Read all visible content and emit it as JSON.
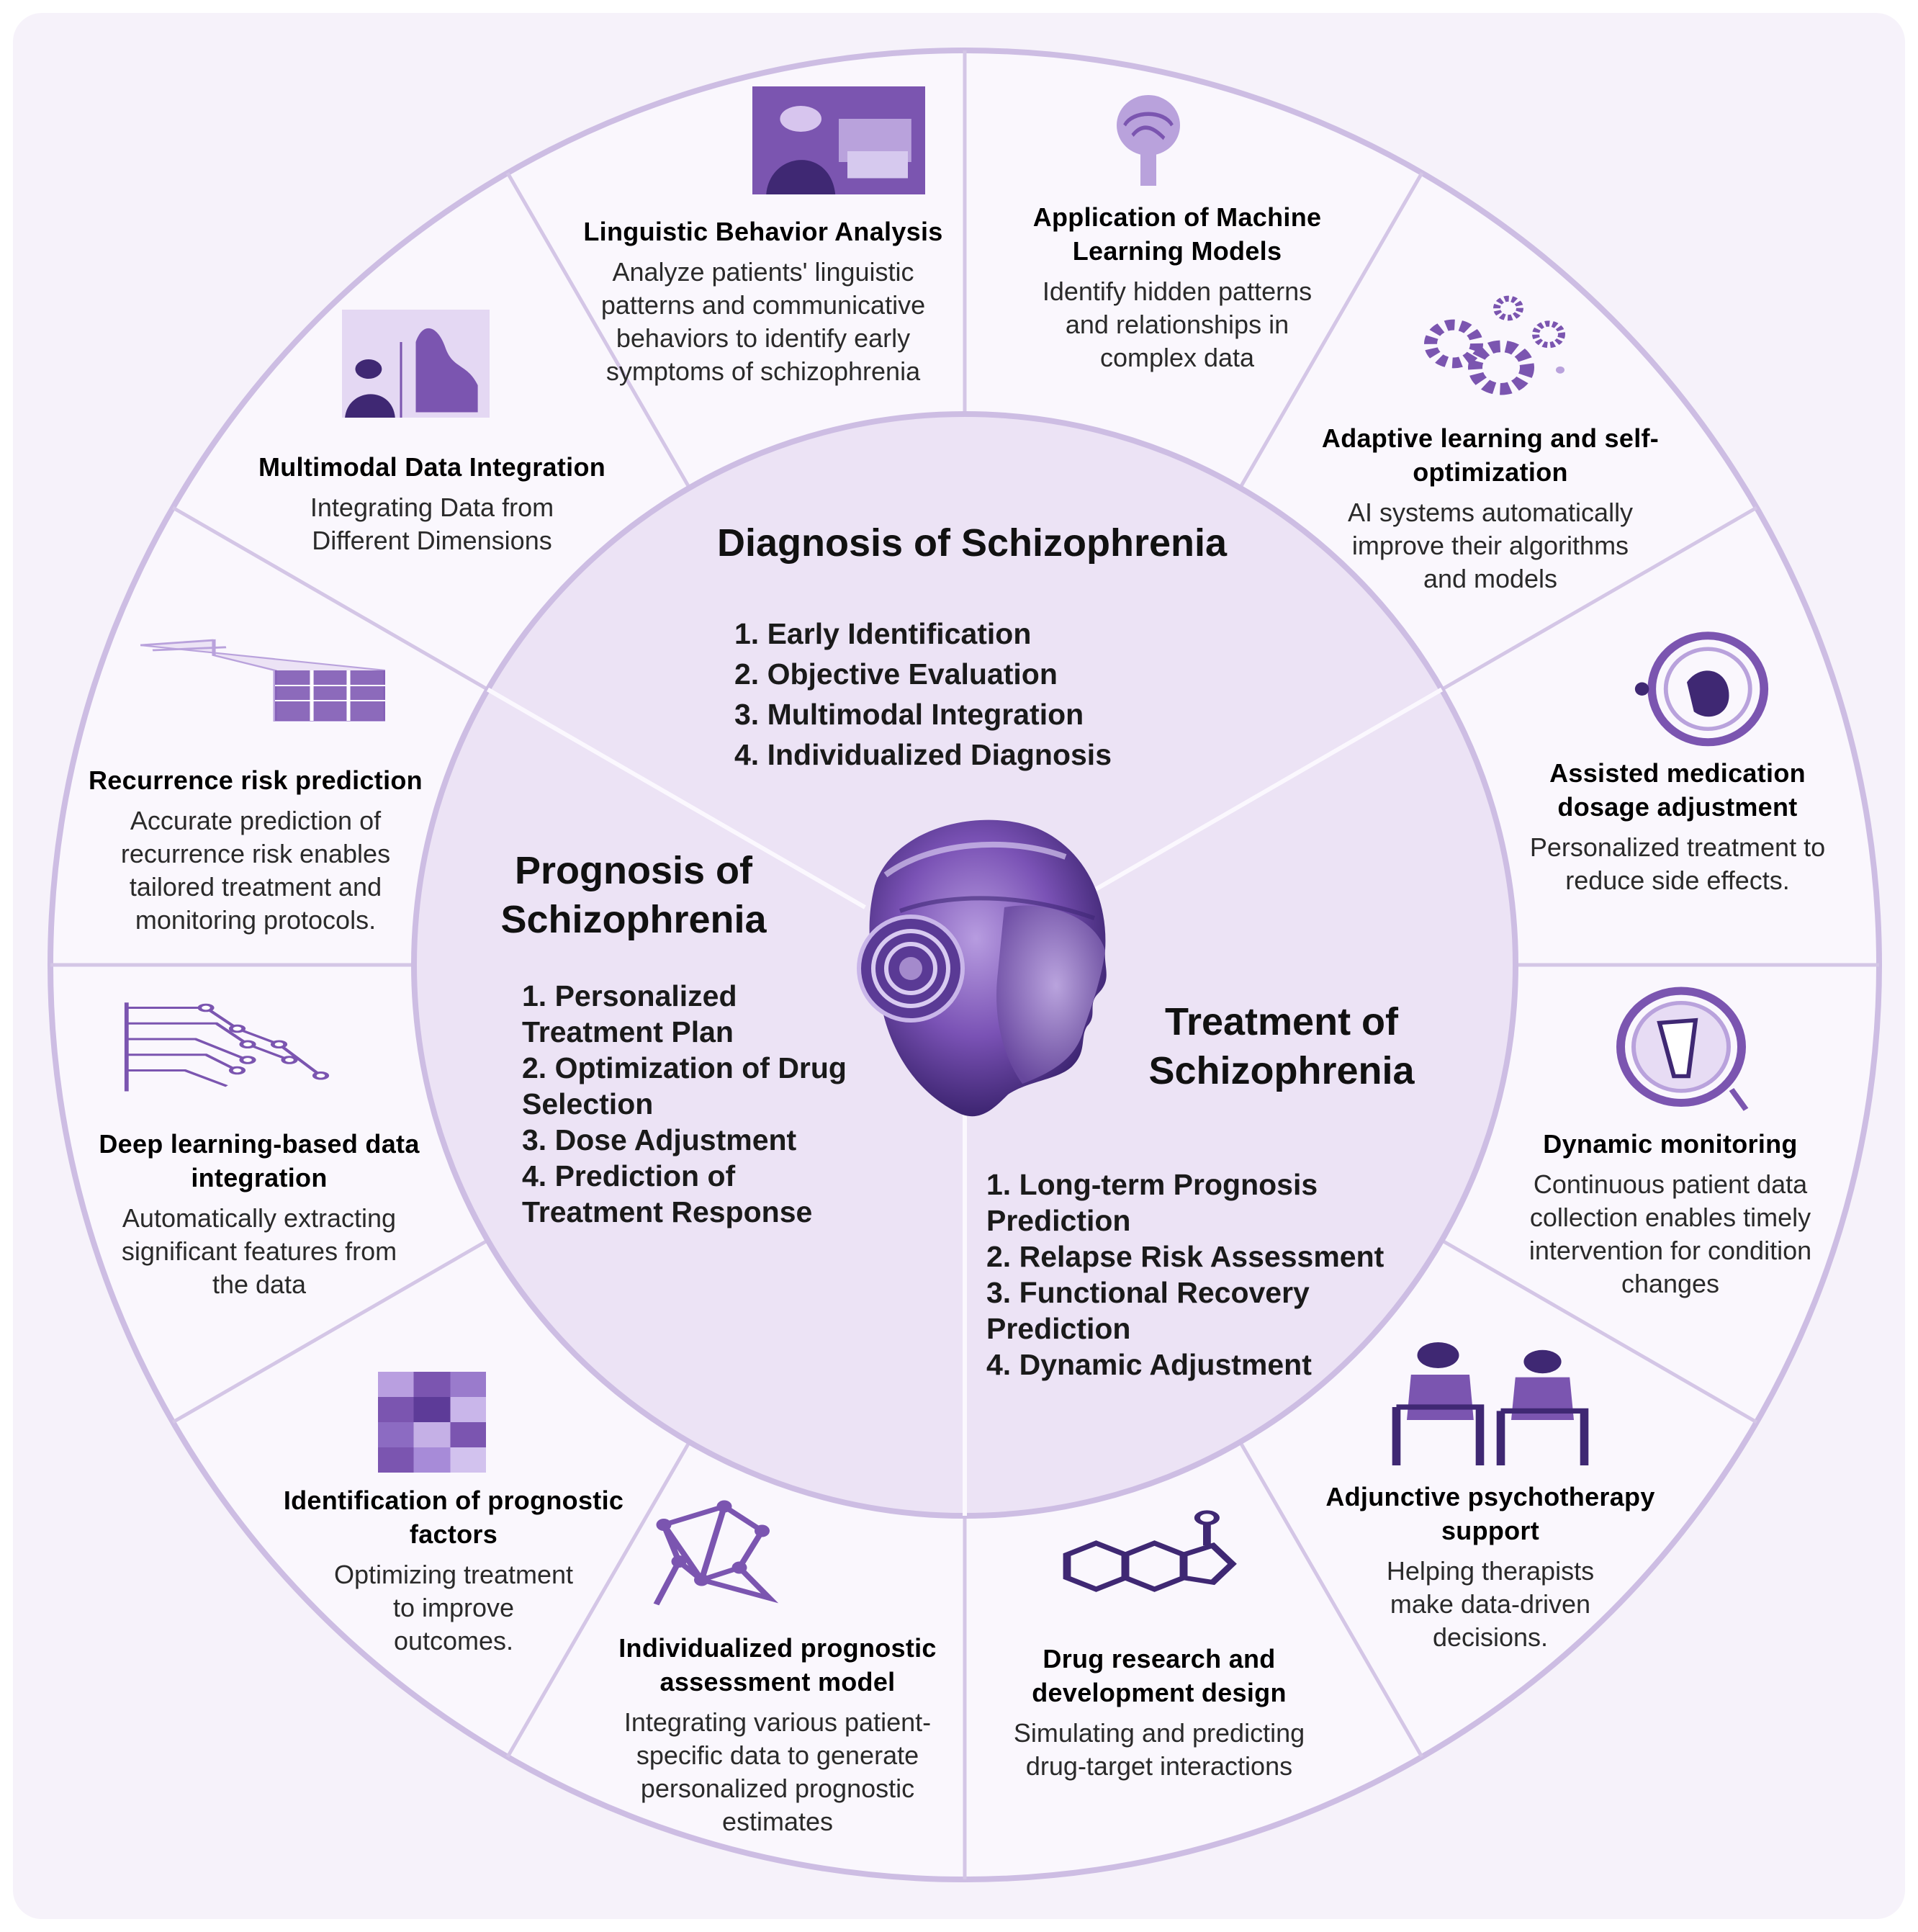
{
  "colors": {
    "background": "#f6f2fa",
    "outer_ring_fill": "#faf7fd",
    "inner_circle_fill": "#ece3f5",
    "ring_stroke": "#cdbde3",
    "divider_stroke": "#d4c6e6",
    "accent_purple": "#7b55b0",
    "text": "#1c1c1c"
  },
  "center": {
    "diagnosis": {
      "title": "Diagnosis of Schizophrenia",
      "items": [
        "1. Early Identification",
        "2. Objective Evaluation",
        "3. Multimodal Integration",
        "4. Individualized Diagnosis"
      ]
    },
    "prognosis": {
      "title": "Prognosis of\nSchizophrenia",
      "items": [
        "1. Personalized\nTreatment Plan",
        "2. Optimization of Drug\nSelection",
        "3. Dose Adjustment",
        "4. Prediction of\nTreatment Response"
      ]
    },
    "treatment": {
      "title": "Treatment of\nSchizophrenia",
      "items": [
        "1. Long-term Prognosis\nPrediction",
        "2. Relapse Risk Assessment",
        "3. Functional Recovery\nPrediction",
        "4. Dynamic Adjustment"
      ]
    },
    "head_icon": "ai-robot-head-with-headphones"
  },
  "segments": [
    {
      "id": "linguistic",
      "title": "Linguistic Behavior Analysis",
      "desc": "Analyze patients' linguistic\npatterns and communicative\nbehaviors to identify early\nsymptoms of schizophrenia",
      "icon": "person-at-computer-icon"
    },
    {
      "id": "ml-models",
      "title": "Application of Machine\nLearning Models",
      "desc": "Identify hidden patterns\nand relationships in\ncomplex data",
      "icon": "brain-icon"
    },
    {
      "id": "adaptive",
      "title": "Adaptive learning and self-\noptimization",
      "desc": "AI systems automatically\nimprove their algorithms\nand models",
      "icon": "gears-icon"
    },
    {
      "id": "medication",
      "title": "Assisted medication\ndosage adjustment",
      "desc": "Personalized treatment to\nreduce side effects.",
      "icon": "pill-circle-icon"
    },
    {
      "id": "monitoring",
      "title": "Dynamic monitoring",
      "desc": "Continuous patient data\ncollection enables timely\nintervention for condition\nchanges",
      "icon": "monitor-circle-icon"
    },
    {
      "id": "psychotherapy",
      "title": "Adjunctive psychotherapy\nsupport",
      "desc": "Helping therapists\nmake data-driven\ndecisions.",
      "icon": "therapy-session-icon"
    },
    {
      "id": "drug-rd",
      "title": "Drug research and\ndevelopment design",
      "desc": "Simulating and predicting\ndrug-target interactions",
      "icon": "molecule-icon"
    },
    {
      "id": "prognostic-model",
      "title": "Individualized prognostic\nassessment model",
      "desc": "Integrating various patient-\nspecific data to generate\npersonalized prognostic\nestimates",
      "icon": "network-graph-icon"
    },
    {
      "id": "prognostic-factors",
      "title": "Identification of prognostic\nfactors",
      "desc": "Optimizing treatment\nto improve\noutcomes.",
      "icon": "heatmap-grid-icon"
    },
    {
      "id": "deep-learning",
      "title": "Deep learning-based data\nintegration",
      "desc": "Automatically extracting\nsignificant features from\nthe data",
      "icon": "neural-tree-icon"
    },
    {
      "id": "recurrence",
      "title": "Recurrence risk prediction",
      "desc": "Accurate prediction of\nrecurrence risk enables\ntailored treatment and\nmonitoring protocols.",
      "icon": "data-table-icon"
    },
    {
      "id": "multimodal",
      "title": "Multimodal Data Integration",
      "desc": "Integrating Data from\nDifferent Dimensions",
      "icon": "person-with-waveform-icon"
    }
  ]
}
